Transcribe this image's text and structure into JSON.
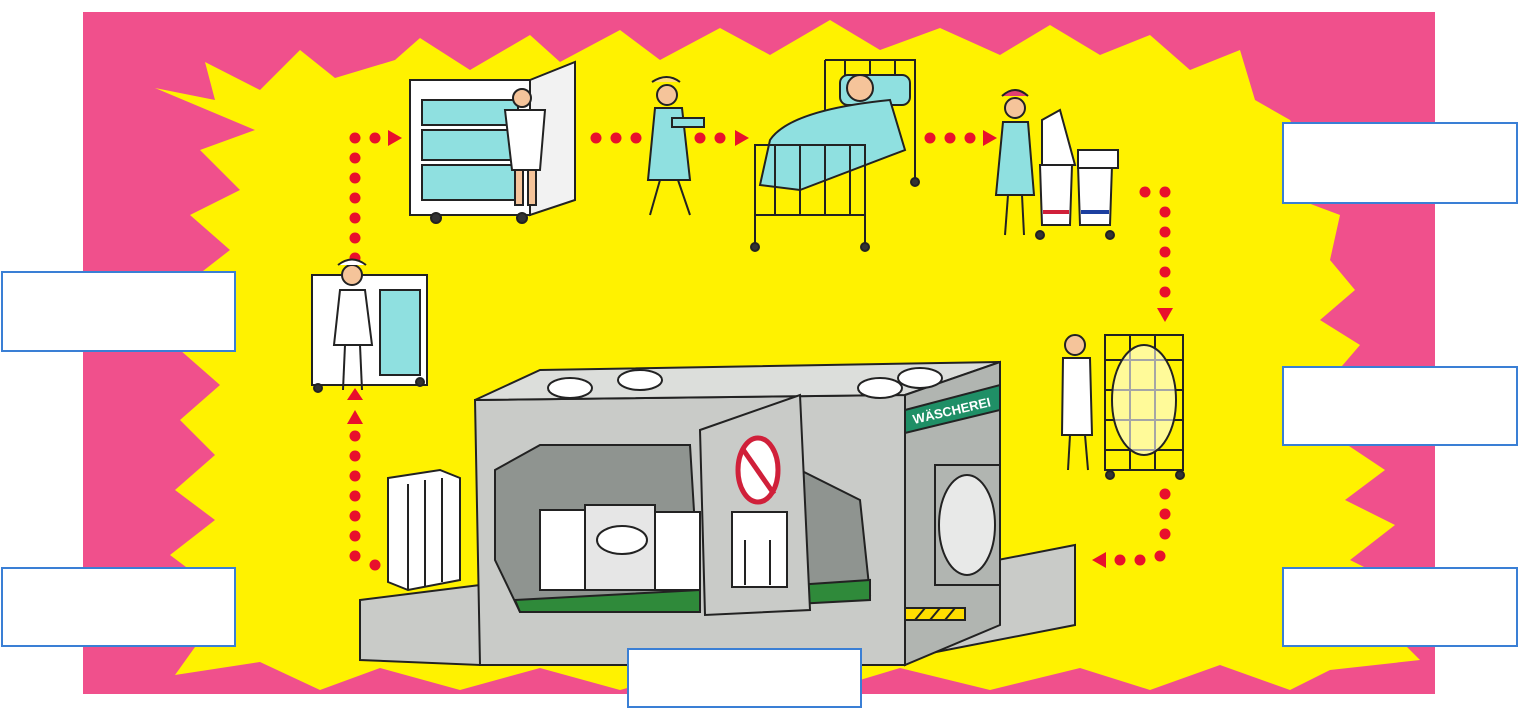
{
  "colors": {
    "frame": "#f0508c",
    "burst": "#fff200",
    "dots": "#e8102c",
    "box_border": "#3a7fd5",
    "building": "#c9cbc8",
    "building_dark": "#8f9490",
    "floor": "#2f8a3a",
    "linen": "#8fe0e0",
    "sign": "#1f8f66"
  },
  "building": {
    "sign_text": "WÄSCHEREI"
  },
  "answer_boxes": [
    {
      "id": "top-right",
      "text": ""
    },
    {
      "id": "middle-right",
      "text": ""
    },
    {
      "id": "bottom-right",
      "text": ""
    },
    {
      "id": "bottom-center",
      "text": ""
    },
    {
      "id": "bottom-left",
      "text": ""
    },
    {
      "id": "middle-left",
      "text": ""
    }
  ],
  "icons": [
    "linen-cabinet-icon",
    "nurse-carrying-tray-icon",
    "patient-in-bed-icon",
    "nurse-with-laundry-bags-icon",
    "worker-pushing-laundry-cart-icon",
    "laundry-building-icon",
    "nurse-with-linen-trolley-icon",
    "folded-linen-stack-icon",
    "no-entry-sign-icon"
  ]
}
